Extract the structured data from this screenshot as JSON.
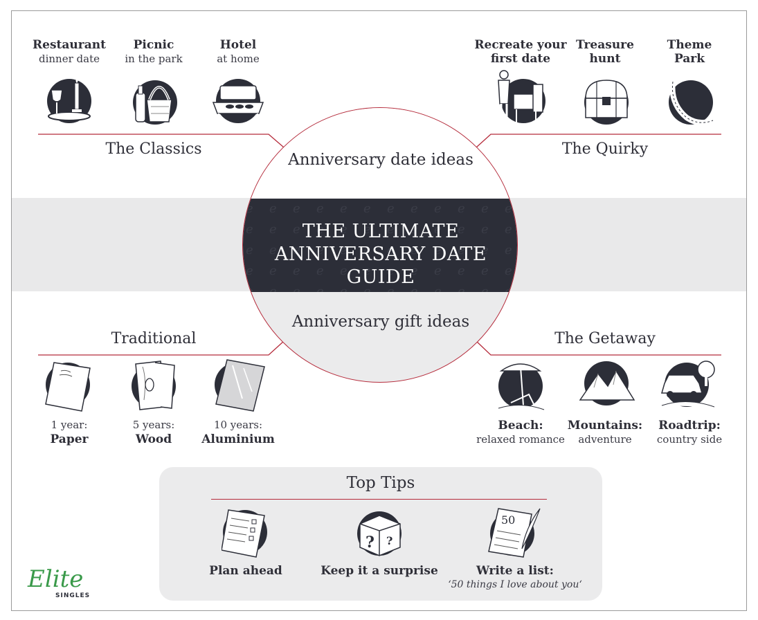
{
  "guide_title": {
    "line1": "THE ULTIMATE",
    "line2": "ANNIVERSARY DATE GUIDE"
  },
  "date_ideas_label": "Anniversary date ideas",
  "gift_ideas_label": "Anniversary gift ideas",
  "classics": {
    "section": "The Classics",
    "items": [
      {
        "title": "Restaurant",
        "sub": "dinner date",
        "icon": "dinner-icon"
      },
      {
        "title": "Picnic",
        "sub": "in the park",
        "icon": "picnic-basket-icon"
      },
      {
        "title": "Hotel",
        "sub": "at home",
        "icon": "hotel-bed-icon"
      }
    ]
  },
  "quirky": {
    "section": "The Quirky",
    "items": [
      {
        "title1": "Recreate your",
        "title2": "first date",
        "icon": "waiter-table-icon"
      },
      {
        "title1": "Treasure",
        "title2": "hunt",
        "icon": "treasure-chest-icon"
      },
      {
        "title1": "Theme",
        "title2": "Park",
        "icon": "rollercoaster-icon"
      }
    ]
  },
  "traditional": {
    "section": "Traditional",
    "items": [
      {
        "years": "1 year:",
        "material": "Paper",
        "icon": "paper-icon"
      },
      {
        "years": "5 years:",
        "material": "Wood",
        "icon": "wood-icon"
      },
      {
        "years": "10 years:",
        "material": "Aluminium",
        "icon": "aluminium-icon"
      }
    ]
  },
  "getaway": {
    "section": "The Getaway",
    "items": [
      {
        "title": "Beach:",
        "sub": "relaxed romance",
        "icon": "beach-umbrella-icon"
      },
      {
        "title": "Mountains:",
        "sub": "adventure",
        "icon": "mountains-icon"
      },
      {
        "title": "Roadtrip:",
        "sub": "country side",
        "icon": "car-icon"
      }
    ]
  },
  "tips": {
    "title": "Top Tips",
    "items": [
      {
        "title": "Plan ahead",
        "sub": "",
        "icon": "checklist-icon"
      },
      {
        "title": "Keep it a surprise",
        "sub": "",
        "icon": "surprise-box-icon"
      },
      {
        "title": "Write a list:",
        "sub": "‘50 things I love about you‘",
        "icon": "list-quill-icon"
      }
    ]
  },
  "logo": {
    "text": "Elite",
    "sub": "SINGLES"
  },
  "colors": {
    "accent": "#b52a3a",
    "dark": "#2c2e38",
    "band": "#e9e9ea",
    "logo": "#3a9a4a"
  }
}
